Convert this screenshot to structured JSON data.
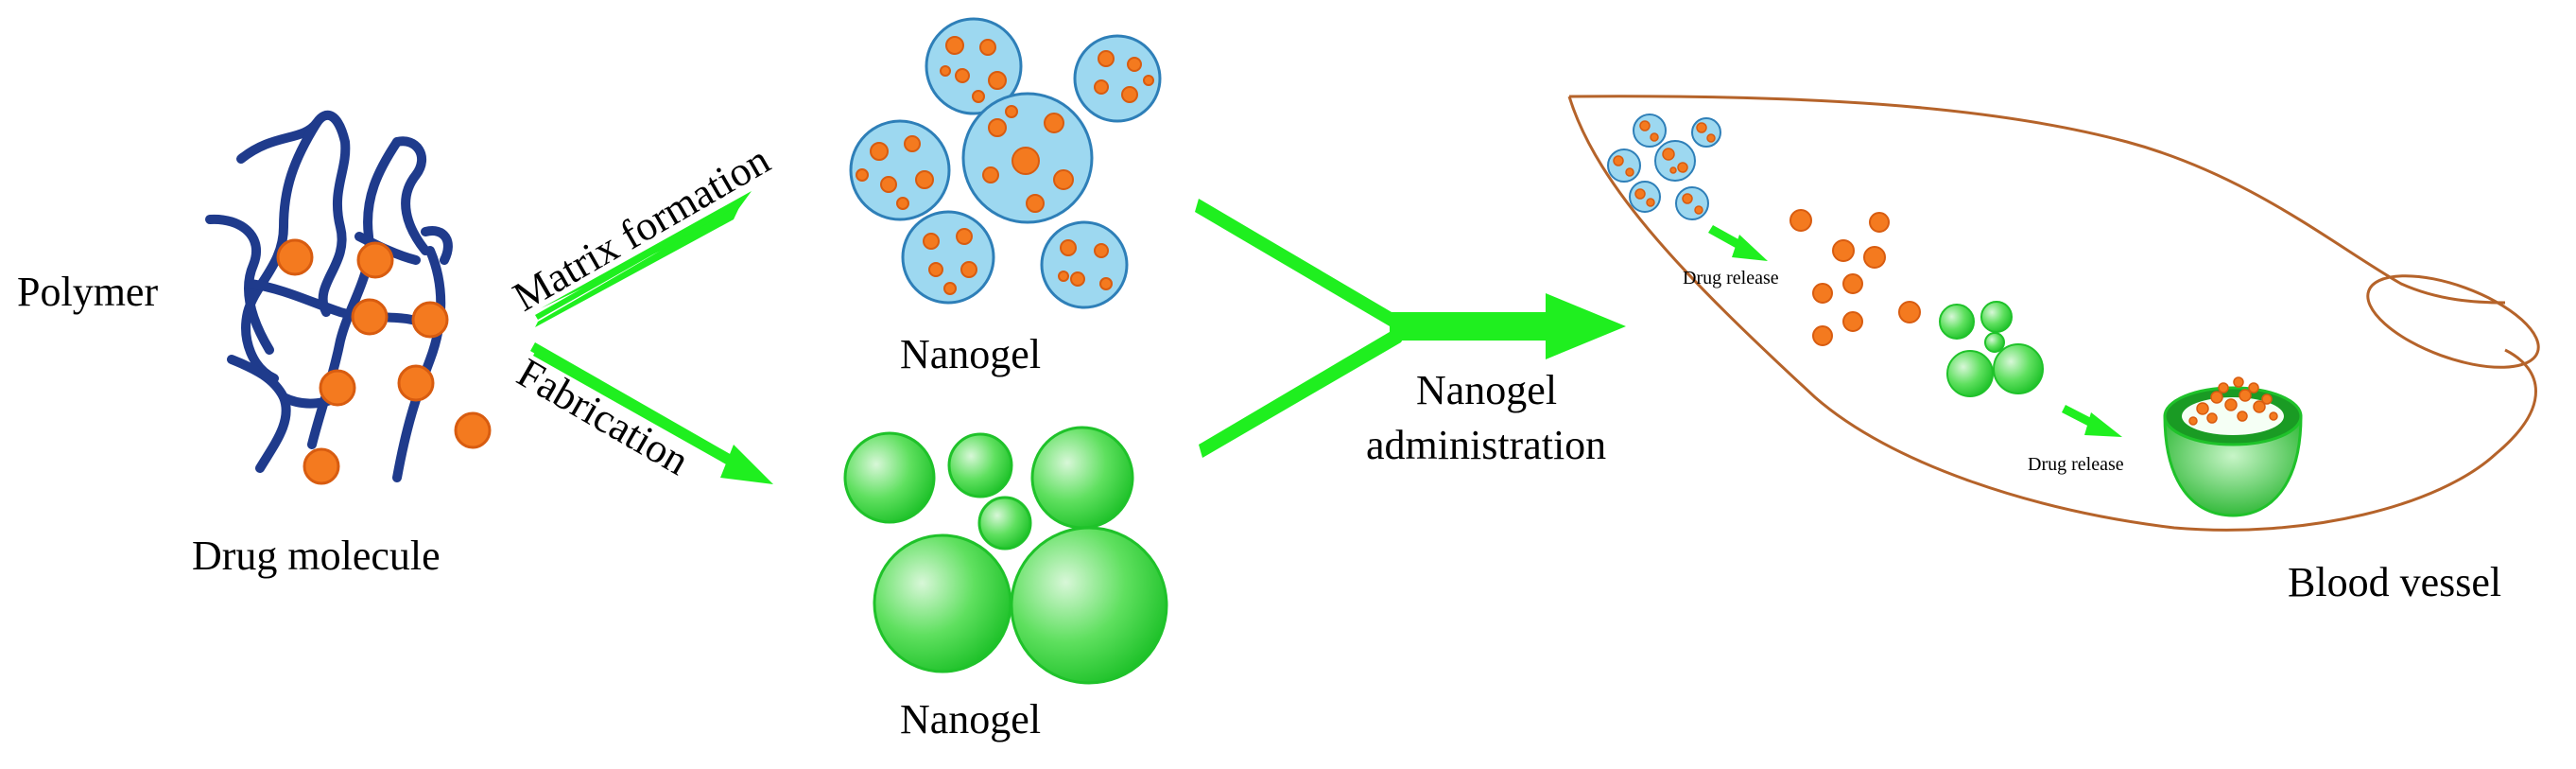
{
  "labels": {
    "polymer": "Polymer",
    "drug_molecule": "Drug molecule",
    "matrix_formation": "Matrix formation",
    "fabrication": "Fabrication",
    "nanogel_top": "Nanogel",
    "nanogel_bottom": "Nanogel",
    "nanogel_administration_line1": "Nanogel",
    "nanogel_administration_line2": "administration",
    "drug_release_1": "Drug release",
    "drug_release_2": "Drug release",
    "blood_vessel": "Blood vessel"
  },
  "colors": {
    "polymer_chain": "#1f3b8c",
    "drug": "#f47a1f",
    "drug_outline": "#d85c10",
    "nanogel_loaded_fill": "#9dd8f0",
    "nanogel_loaded_stroke": "#2e7fb8",
    "nanogel_empty": "#2fd13a",
    "arrow": "#1fef1f",
    "vessel": "#b5632a"
  }
}
